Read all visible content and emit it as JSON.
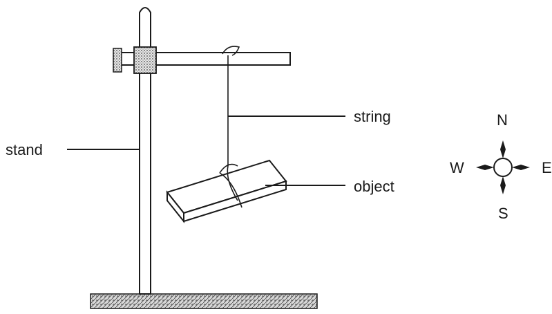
{
  "labels": {
    "stand": "stand",
    "string": "string",
    "object": "object"
  },
  "compass": {
    "north": "N",
    "south": "S",
    "east": "E",
    "west": "W"
  }
}
